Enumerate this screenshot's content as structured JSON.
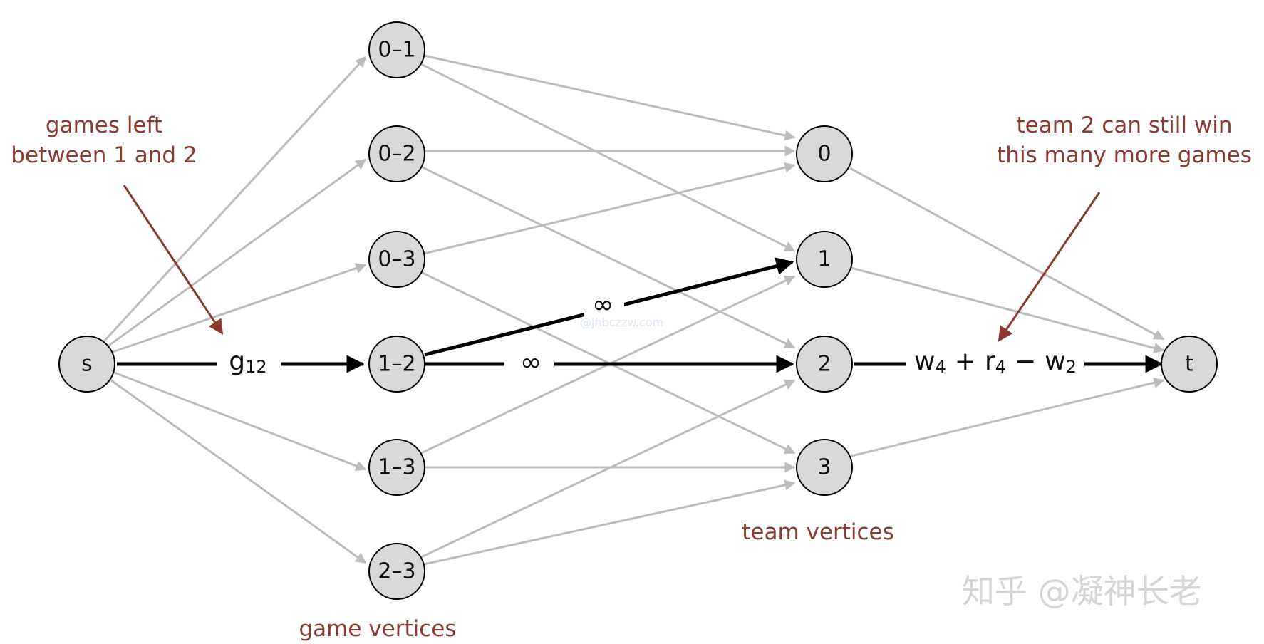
{
  "colors": {
    "node_fill": "#d9d9d9",
    "node_stroke": "#000000",
    "gray_edge": "#bcbcbc",
    "black_edge": "#000000",
    "annotation": "#8b3a2f",
    "watermark": "#c8c8c8"
  },
  "nodes": {
    "source": "s",
    "sink": "t",
    "games": [
      "0–1",
      "0–2",
      "0–3",
      "1–2",
      "1–3",
      "2–3"
    ],
    "teams": [
      "0",
      "1",
      "2",
      "3"
    ]
  },
  "capacities": {
    "source_to_game": "g",
    "source_to_game_sub": "12",
    "game_to_team_1": "∞",
    "game_to_team_2": "∞",
    "team_to_sink_w": "w",
    "team_to_sink_w_sub": "4",
    "team_to_sink_plus": "+",
    "team_to_sink_r": "r",
    "team_to_sink_r_sub": "4",
    "team_to_sink_minus": "−",
    "team_to_sink_w2": "w",
    "team_to_sink_w2_sub": "2"
  },
  "annotations": {
    "games_left_line1": "games left",
    "games_left_line2": "between 1 and 2",
    "team_can_win_line1": "team 2 can still win",
    "team_can_win_line2": "this many more games",
    "team_vertices": "team vertices",
    "game_vertices": "game vertices"
  },
  "watermark": {
    "main": "知乎 @凝神长老",
    "small": "@jhbczzw.com"
  }
}
